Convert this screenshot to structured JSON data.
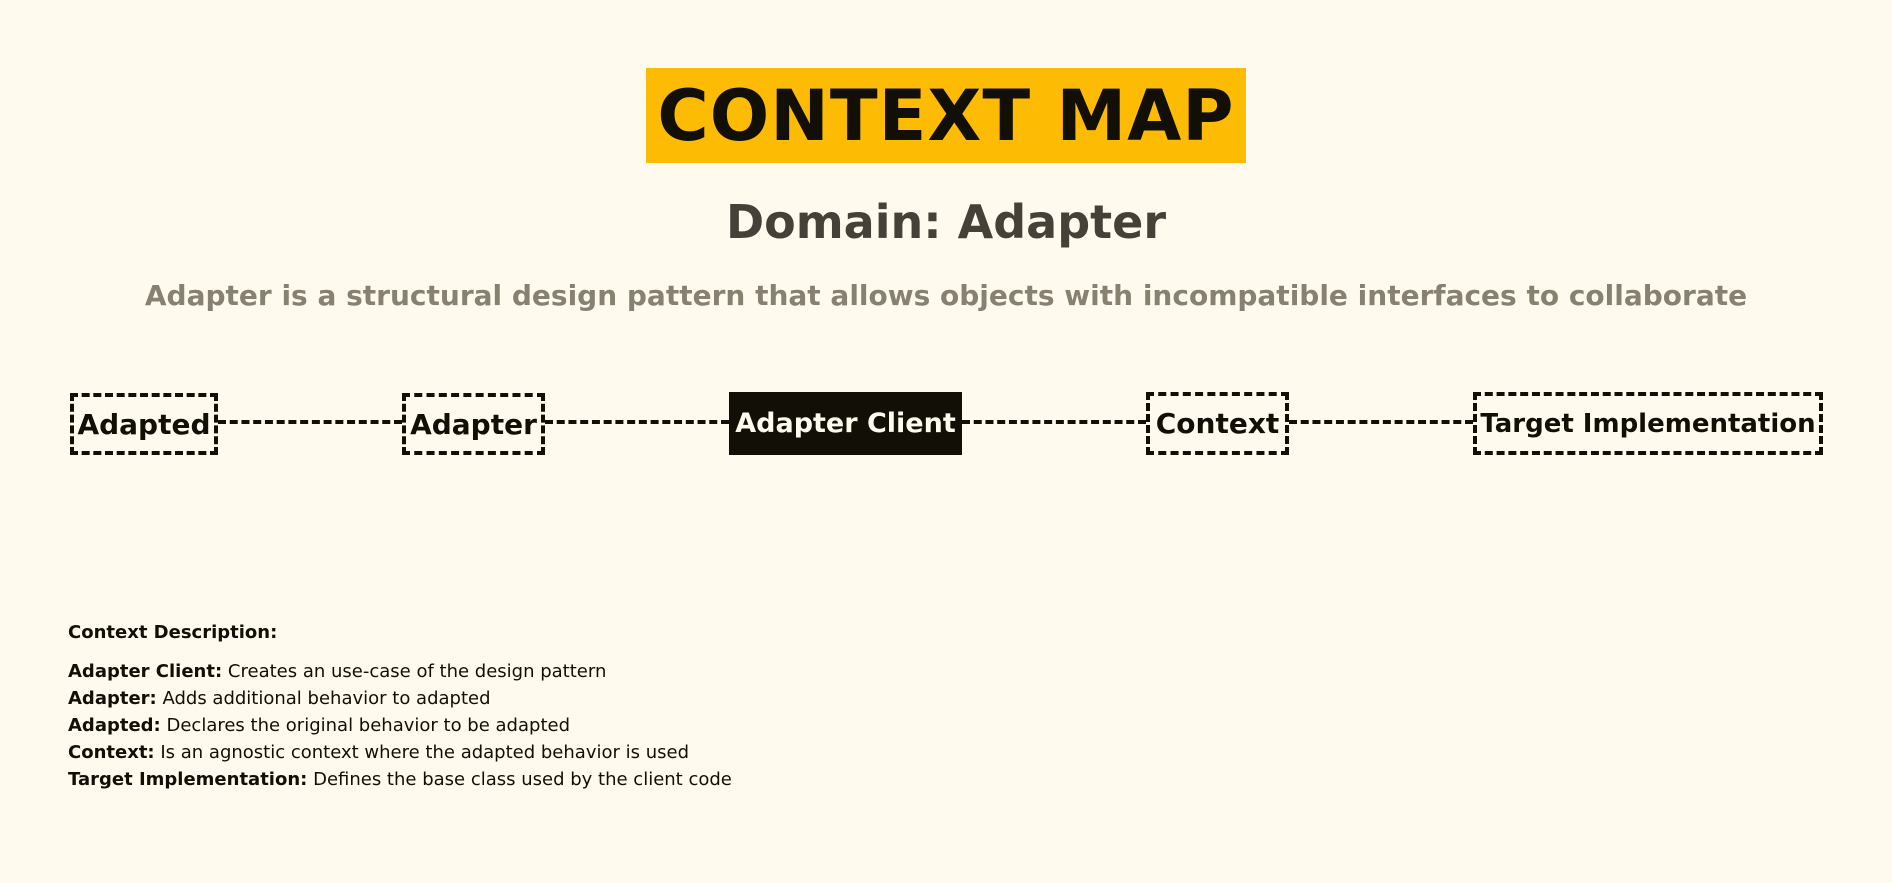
{
  "header": {
    "title": "CONTEXT MAP",
    "domain": "Domain: Adapter",
    "subtitle": "Adapter is a structural design pattern that allows objects with incompatible interfaces to collaborate"
  },
  "diagram": {
    "nodes": [
      {
        "label": "Adapted",
        "style": "dashed"
      },
      {
        "label": "Adapter",
        "style": "dashed"
      },
      {
        "label": "Adapter Client",
        "style": "solid"
      },
      {
        "label": "Context",
        "style": "dashed"
      },
      {
        "label": "Target Implementation",
        "style": "dashed"
      }
    ]
  },
  "description": {
    "title": "Context Description:",
    "items": [
      {
        "term": "Adapter Client:",
        "text": "Creates an use-case of the design pattern"
      },
      {
        "term": "Adapter:",
        "text": "Adds additional behavior to adapted"
      },
      {
        "term": "Adapted:",
        "text": "Declares the original behavior to be adapted"
      },
      {
        "term": "Context:",
        "text": "Is an agnostic context where the adapted behavior is used"
      },
      {
        "term": "Target Implementation:",
        "text": "Defines the base class used by the client code"
      }
    ]
  },
  "colors": {
    "background": "#fefbee",
    "accent": "#fdbb04",
    "ink": "#120f06",
    "muted": "#878171"
  }
}
